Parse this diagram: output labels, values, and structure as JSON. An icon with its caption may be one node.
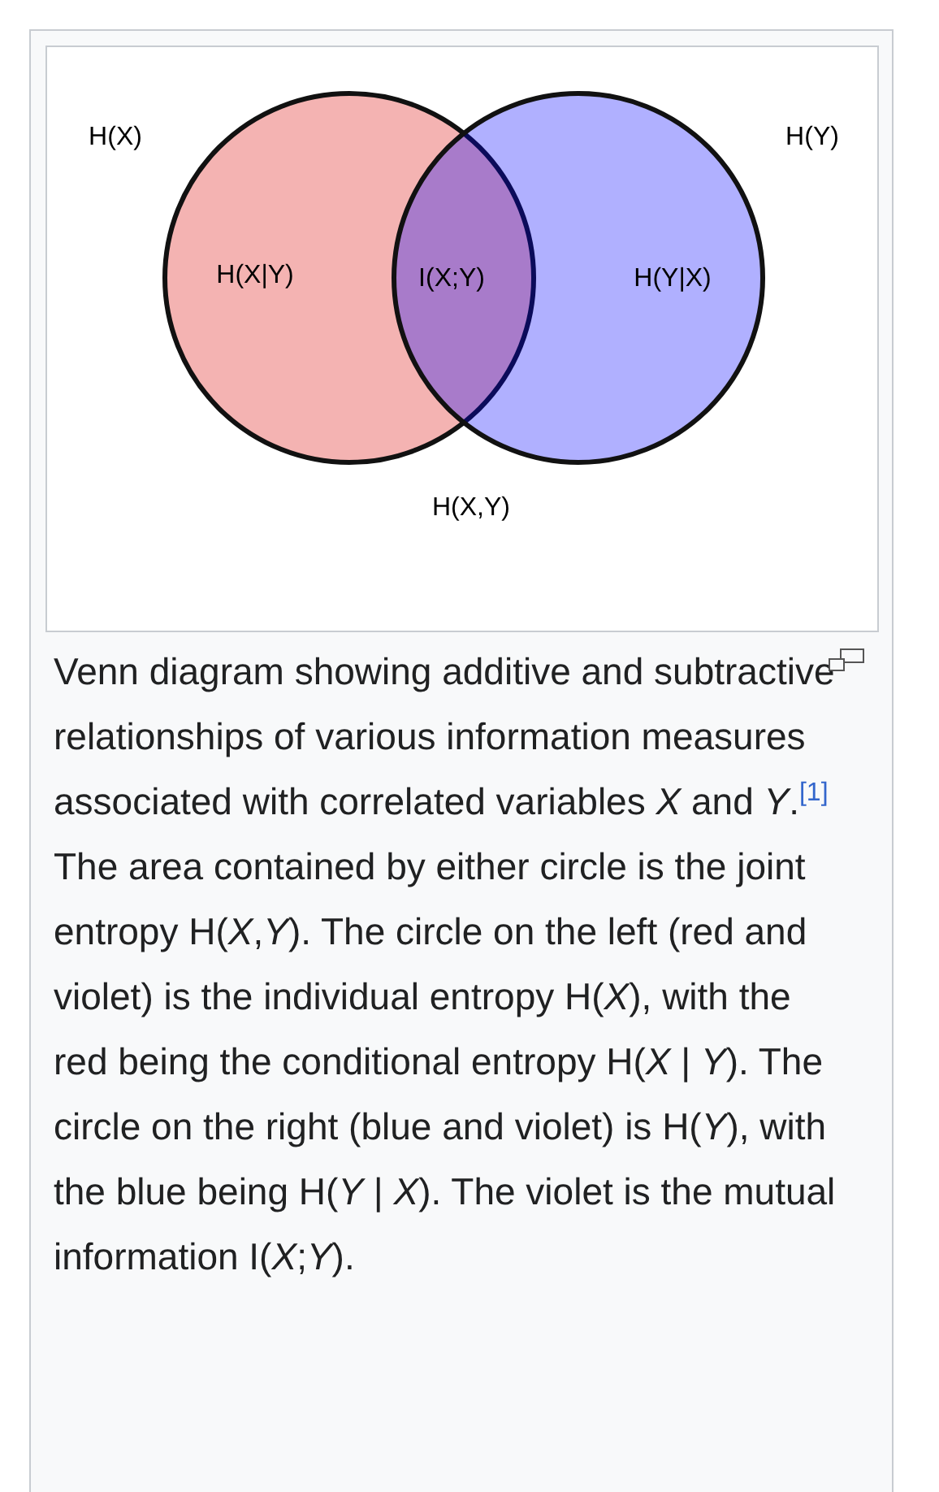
{
  "diagram": {
    "caption": "Venn diagram showing additive and subtractive relationships of various information measures associated with correlated variables *X* and *Y*.$^{[1]}$ The area contained by either circle is the joint entropy H(*X*,*Y*). The circle on the left (red and violet) is the individual entropy H(*X*), with the red being the conditional entropy H(*X* | *Y*). The circle on the right (blue and violet) is H(*Y*), with the blue being H(*Y* | *X*). The violet is the mutual information I(*X*;*Y*).",
    "nodes": [
      {
        "text": [
          "H(X|Y)"
        ]
      },
      {
        "text": [
          "H(Y|X)"
        ]
      }
    ],
    "labels": [
      "H(X)",
      "H(Y)",
      "I(X;Y)",
      "H(X,Y)"
    ]
  }
}
